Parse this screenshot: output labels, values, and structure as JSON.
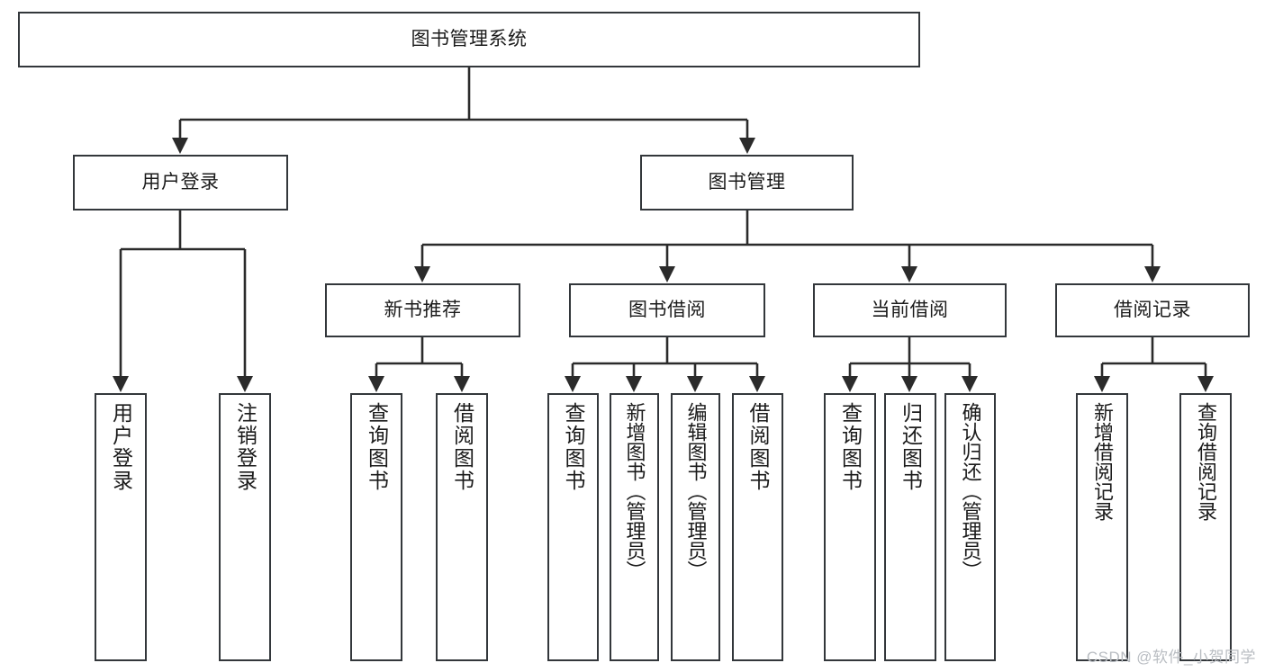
{
  "diagram": {
    "title": "图书管理系统",
    "type": "tree",
    "watermark": "CSDN @软件_小贺同学",
    "colors": {
      "box_border": "#33373b",
      "box_fill": "#ffffff",
      "connector": "#2b2b2b",
      "text": "#1b1b1b",
      "watermark": "#b9bdc2",
      "background": "#ffffff"
    },
    "nodes": {
      "root": {
        "label": "图书管理系统",
        "level": 1,
        "orientation": "horizontal"
      },
      "l2": [
        {
          "id": "user_login",
          "label": "用户登录",
          "level": 2,
          "orientation": "horizontal"
        },
        {
          "id": "book_manage",
          "label": "图书管理",
          "level": 2,
          "orientation": "horizontal"
        }
      ],
      "l3": [
        {
          "id": "new_book_rec",
          "label": "新书推荐",
          "level": 3,
          "orientation": "horizontal",
          "parent": "book_manage"
        },
        {
          "id": "book_borrow",
          "label": "图书借阅",
          "level": 3,
          "orientation": "horizontal",
          "parent": "book_manage"
        },
        {
          "id": "current_borrow",
          "label": "当前借阅",
          "level": 3,
          "orientation": "horizontal",
          "parent": "book_manage"
        },
        {
          "id": "borrow_record",
          "label": "借阅记录",
          "level": 3,
          "orientation": "horizontal",
          "parent": "book_manage"
        }
      ],
      "leaves": [
        {
          "id": "leaf_user_login",
          "label": "用户登录",
          "parent": "user_login",
          "orientation": "vertical"
        },
        {
          "id": "leaf_user_logout",
          "label": "注销登录",
          "parent": "user_login",
          "orientation": "vertical"
        },
        {
          "id": "leaf_query_book_1",
          "label": "查询图书",
          "parent": "new_book_rec",
          "orientation": "vertical"
        },
        {
          "id": "leaf_borrow_book_1",
          "label": "借阅图书",
          "parent": "new_book_rec",
          "orientation": "vertical"
        },
        {
          "id": "leaf_query_book_2",
          "label": "查询图书",
          "parent": "book_borrow",
          "orientation": "vertical"
        },
        {
          "id": "leaf_add_book",
          "label": "新增图书（管理员）",
          "parent": "book_borrow",
          "orientation": "vertical"
        },
        {
          "id": "leaf_edit_book",
          "label": "编辑图书（管理员）",
          "parent": "book_borrow",
          "orientation": "vertical"
        },
        {
          "id": "leaf_borrow_book_2",
          "label": "借阅图书",
          "parent": "book_borrow",
          "orientation": "vertical"
        },
        {
          "id": "leaf_query_book_3",
          "label": "查询图书",
          "parent": "current_borrow",
          "orientation": "vertical"
        },
        {
          "id": "leaf_return_book",
          "label": "归还图书",
          "parent": "current_borrow",
          "orientation": "vertical"
        },
        {
          "id": "leaf_confirm_return",
          "label": "确认归还（管理员）",
          "parent": "current_borrow",
          "orientation": "vertical"
        },
        {
          "id": "leaf_add_record",
          "label": "新增借阅记录",
          "parent": "borrow_record",
          "orientation": "vertical"
        },
        {
          "id": "leaf_query_record",
          "label": "查询借阅记录",
          "parent": "borrow_record",
          "orientation": "vertical"
        }
      ]
    }
  }
}
